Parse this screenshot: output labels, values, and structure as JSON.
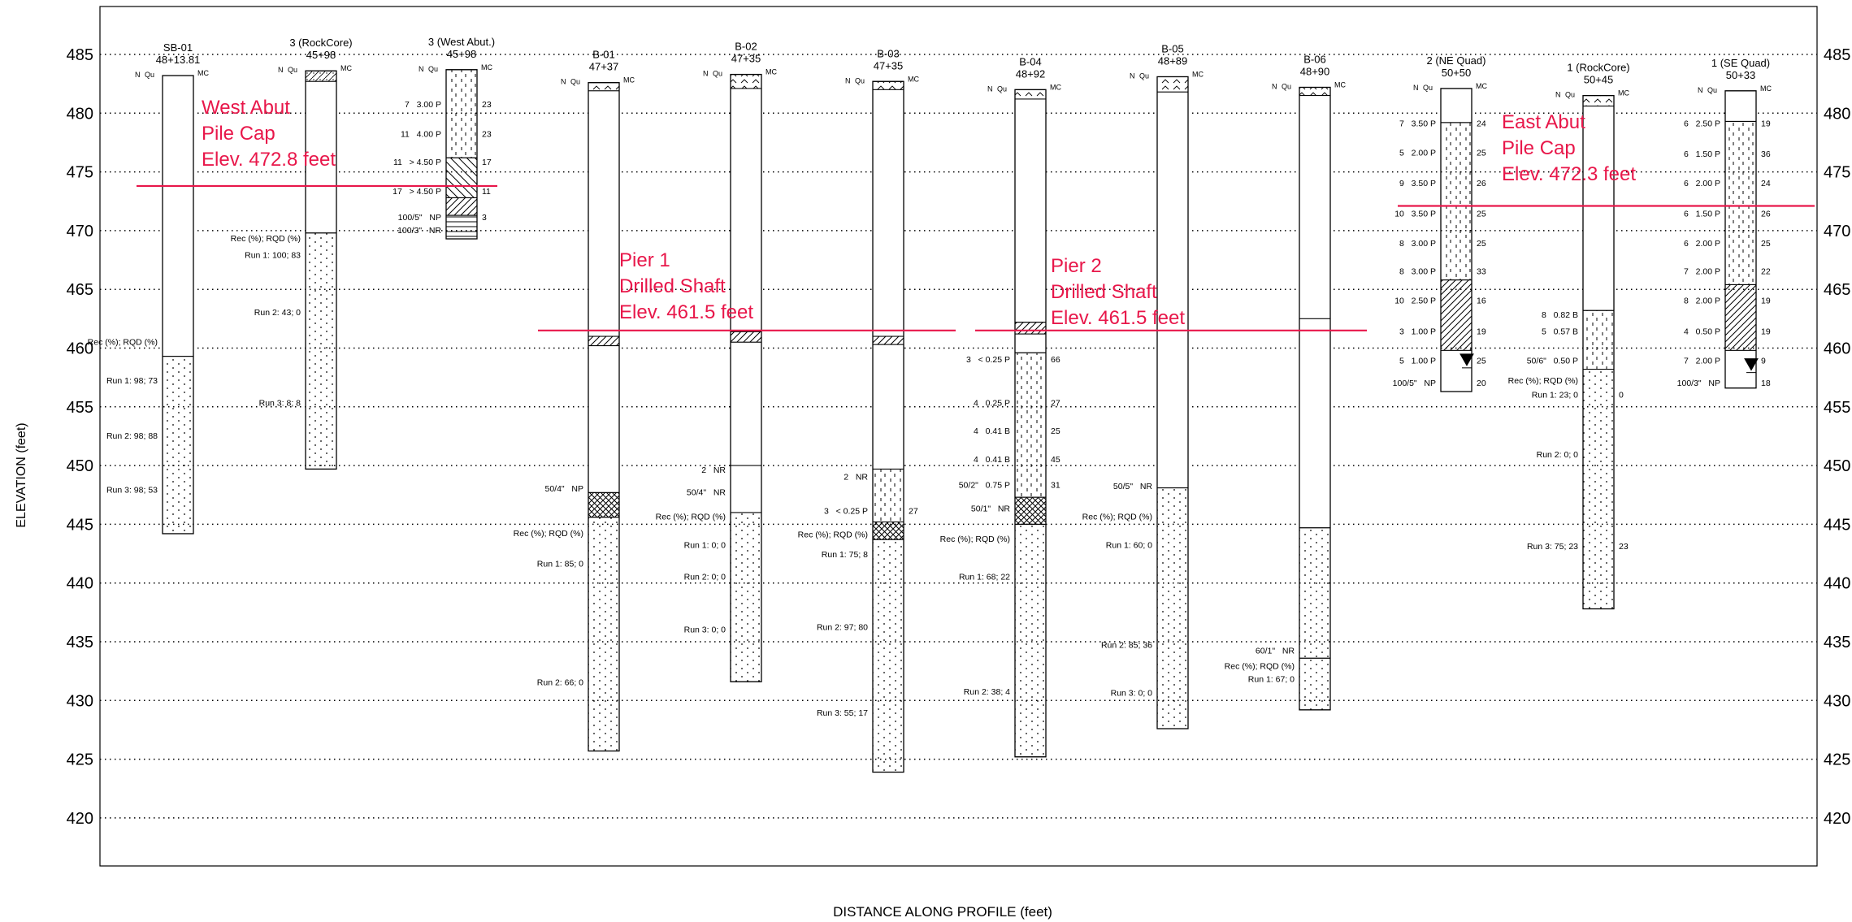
{
  "colors": {
    "annotation": "#e8174a",
    "ink": "#000000",
    "background": "#ffffff"
  },
  "axes": {
    "ylabel": "ELEVATION (feet)",
    "xlabel": "DISTANCE ALONG PROFILE (feet)",
    "ylim": [
      415,
      490
    ],
    "yticks": [
      485,
      480,
      475,
      470,
      465,
      460,
      455,
      450,
      445,
      440,
      435,
      430,
      425,
      420
    ],
    "grid": "dotted horizontal lines"
  },
  "column_header": {
    "n": "N",
    "qu": "Qu",
    "mc": "MC"
  },
  "borings": [
    {
      "id": "sb01",
      "name": "SB-01",
      "station": "48+13.81",
      "top": 483.2,
      "bottom": 444.2,
      "layers": [
        {
          "top": 483.2,
          "bottom": 459.3,
          "pattern": "blank"
        },
        {
          "top": 459.3,
          "bottom": 444.2,
          "pattern": "rock"
        }
      ],
      "left_notes": [
        {
          "elev": 460.5,
          "text": "Rec (%); RQD (%)"
        },
        {
          "elev": 457.2,
          "text": "Run 1: 98; 73"
        },
        {
          "elev": 452.5,
          "text": "Run 2: 98; 88"
        },
        {
          "elev": 447.9,
          "text": "Run 3: 98; 53"
        }
      ],
      "right_notes": []
    },
    {
      "id": "rock3",
      "name": "3 (RockCore)",
      "station": "45+98",
      "top": 483.6,
      "bottom": 449.7,
      "layers": [
        {
          "top": 483.6,
          "bottom": 482.7,
          "pattern": "sandy"
        },
        {
          "top": 482.7,
          "bottom": 469.8,
          "pattern": "blank"
        },
        {
          "top": 469.8,
          "bottom": 449.7,
          "pattern": "rock"
        }
      ],
      "left_notes": [
        {
          "elev": 469.3,
          "text": "Rec (%); RQD (%)"
        },
        {
          "elev": 467.9,
          "text": "Run 1: 100; 83"
        },
        {
          "elev": 463.0,
          "text": "Run 2: 43; 0"
        },
        {
          "elev": 455.3,
          "text": "Run 3: 8; 8"
        }
      ],
      "right_notes": []
    },
    {
      "id": "west3",
      "name": "3 (West Abut.)",
      "station": "45+98",
      "top": 483.7,
      "bottom": 469.3,
      "layers": [
        {
          "top": 483.7,
          "bottom": 476.2,
          "pattern": "dashed"
        },
        {
          "top": 476.2,
          "bottom": 472.8,
          "pattern": "hatch-back"
        },
        {
          "top": 472.8,
          "bottom": 471.3,
          "pattern": "hatch"
        },
        {
          "top": 471.3,
          "bottom": 469.3,
          "pattern": "lines"
        }
      ],
      "left_notes": [
        {
          "elev": 480.7,
          "text": "7   3.00 P"
        },
        {
          "elev": 478.2,
          "text": "11   4.00 P"
        },
        {
          "elev": 475.8,
          "text": "11   > 4.50 P"
        },
        {
          "elev": 473.3,
          "text": "17   > 4.50 P"
        },
        {
          "elev": 471.1,
          "text": "100/5\"   NP"
        },
        {
          "elev": 470.0,
          "text": "100/3\"   NR"
        }
      ],
      "right_notes": [
        {
          "elev": 480.7,
          "text": "23"
        },
        {
          "elev": 478.2,
          "text": "23"
        },
        {
          "elev": 475.8,
          "text": "17"
        },
        {
          "elev": 473.3,
          "text": "11"
        },
        {
          "elev": 471.1,
          "text": "3"
        }
      ]
    },
    {
      "id": "b01",
      "name": "B-01",
      "station": "47+37",
      "top": 482.6,
      "bottom": 425.7,
      "layers": [
        {
          "top": 482.6,
          "bottom": 481.9,
          "pattern": "gravelly"
        },
        {
          "top": 481.9,
          "bottom": 461.0,
          "pattern": "blank"
        },
        {
          "top": 461.0,
          "bottom": 460.2,
          "pattern": "hatch"
        },
        {
          "top": 460.2,
          "bottom": 447.7,
          "pattern": "blank"
        },
        {
          "top": 447.7,
          "bottom": 445.6,
          "pattern": "crosshatch"
        },
        {
          "top": 445.6,
          "bottom": 425.7,
          "pattern": "rock"
        }
      ],
      "left_notes": [
        {
          "elev": 448.0,
          "text": "50/4\"   NP"
        },
        {
          "elev": 444.2,
          "text": "Rec (%); RQD (%)"
        },
        {
          "elev": 441.6,
          "text": "Run 1: 85; 0"
        },
        {
          "elev": 431.5,
          "text": "Run 2: 66; 0"
        }
      ],
      "right_notes": []
    },
    {
      "id": "b02",
      "name": "B-02",
      "station": "47+35",
      "top": 483.3,
      "bottom": 431.6,
      "layers": [
        {
          "top": 483.3,
          "bottom": 482.1,
          "pattern": "gravelly"
        },
        {
          "top": 482.1,
          "bottom": 461.4,
          "pattern": "blank"
        },
        {
          "top": 461.4,
          "bottom": 460.5,
          "pattern": "hatch"
        },
        {
          "top": 460.5,
          "bottom": 450.0,
          "pattern": "blank"
        },
        {
          "top": 450.0,
          "bottom": 446.0,
          "pattern": "blank"
        },
        {
          "top": 446.0,
          "bottom": 431.6,
          "pattern": "rock"
        }
      ],
      "left_notes": [
        {
          "elev": 449.6,
          "text": "2   NR"
        },
        {
          "elev": 447.7,
          "text": "50/4\"   NR"
        },
        {
          "elev": 445.6,
          "text": "Rec (%); RQD (%)"
        },
        {
          "elev": 443.2,
          "text": "Run 1: 0; 0"
        },
        {
          "elev": 440.5,
          "text": "Run 2: 0; 0"
        },
        {
          "elev": 436.0,
          "text": "Run 3: 0; 0"
        }
      ],
      "right_notes": []
    },
    {
      "id": "b03",
      "name": "B-03",
      "station": "47+35",
      "top": 482.7,
      "bottom": 423.9,
      "layers": [
        {
          "top": 482.7,
          "bottom": 482.0,
          "pattern": "gravelly"
        },
        {
          "top": 482.0,
          "bottom": 461.0,
          "pattern": "blank"
        },
        {
          "top": 461.0,
          "bottom": 460.3,
          "pattern": "hatch"
        },
        {
          "top": 460.3,
          "bottom": 449.7,
          "pattern": "blank"
        },
        {
          "top": 449.7,
          "bottom": 445.2,
          "pattern": "dashed"
        },
        {
          "top": 445.2,
          "bottom": 443.7,
          "pattern": "crosshatch"
        },
        {
          "top": 443.7,
          "bottom": 423.9,
          "pattern": "rock"
        }
      ],
      "left_notes": [
        {
          "elev": 449.0,
          "text": "2   NR"
        },
        {
          "elev": 446.1,
          "text": "3   < 0.25 P"
        },
        {
          "elev": 444.1,
          "text": "Rec (%); RQD (%)"
        },
        {
          "elev": 442.4,
          "text": "Run 1: 75; 8"
        },
        {
          "elev": 436.2,
          "text": "Run 2: 97; 80"
        },
        {
          "elev": 428.9,
          "text": "Run 3: 55; 17"
        }
      ],
      "right_notes": [
        {
          "elev": 446.1,
          "text": "27"
        }
      ]
    },
    {
      "id": "b04",
      "name": "B-04",
      "station": "48+92",
      "top": 482.0,
      "bottom": 425.2,
      "layers": [
        {
          "top": 482.0,
          "bottom": 481.2,
          "pattern": "gravelly"
        },
        {
          "top": 481.2,
          "bottom": 462.2,
          "pattern": "blank"
        },
        {
          "top": 462.2,
          "bottom": 461.2,
          "pattern": "hatch"
        },
        {
          "top": 461.2,
          "bottom": 459.6,
          "pattern": "blank"
        },
        {
          "top": 459.6,
          "bottom": 447.3,
          "pattern": "dashed"
        },
        {
          "top": 447.3,
          "bottom": 445.0,
          "pattern": "crosshatch"
        },
        {
          "top": 445.0,
          "bottom": 425.2,
          "pattern": "rock"
        }
      ],
      "left_notes": [
        {
          "elev": 459.0,
          "text": "3   < 0.25 P"
        },
        {
          "elev": 455.3,
          "text": "4   0.25 P"
        },
        {
          "elev": 452.9,
          "text": "4   0.41 B"
        },
        {
          "elev": 450.5,
          "text": "4   0.41 B"
        },
        {
          "elev": 448.3,
          "text": "50/2\"   0.75 P"
        },
        {
          "elev": 446.3,
          "text": "50/1\"   NR"
        },
        {
          "elev": 443.7,
          "text": "Rec (%); RQD (%)"
        },
        {
          "elev": 440.5,
          "text": "Run 1: 68; 22"
        },
        {
          "elev": 430.7,
          "text": "Run 2: 38; 4"
        }
      ],
      "right_notes": [
        {
          "elev": 459.0,
          "text": "66"
        },
        {
          "elev": 455.3,
          "text": "27"
        },
        {
          "elev": 452.9,
          "text": "25"
        },
        {
          "elev": 450.5,
          "text": "45"
        },
        {
          "elev": 448.3,
          "text": "31"
        }
      ]
    },
    {
      "id": "b05",
      "name": "B-05",
      "station": "48+89",
      "top": 483.1,
      "bottom": 427.6,
      "layers": [
        {
          "top": 483.1,
          "bottom": 481.8,
          "pattern": "gravelly"
        },
        {
          "top": 481.8,
          "bottom": 448.1,
          "pattern": "blank"
        },
        {
          "top": 448.1,
          "bottom": 427.6,
          "pattern": "rock"
        }
      ],
      "left_notes": [
        {
          "elev": 448.2,
          "text": "50/5\"   NR"
        },
        {
          "elev": 445.6,
          "text": "Rec (%); RQD (%)"
        },
        {
          "elev": 443.2,
          "text": "Run 1: 60; 0"
        },
        {
          "elev": 434.7,
          "text": "Run 2: 85; 36"
        },
        {
          "elev": 430.6,
          "text": "Run 3: 0; 0"
        }
      ],
      "right_notes": []
    },
    {
      "id": "b06",
      "name": "B-06",
      "station": "48+90",
      "top": 482.2,
      "bottom": 429.2,
      "layers": [
        {
          "top": 482.2,
          "bottom": 481.5,
          "pattern": "gravelly"
        },
        {
          "top": 481.5,
          "bottom": 462.5,
          "pattern": "blank"
        },
        {
          "top": 462.5,
          "bottom": 444.7,
          "pattern": "blank"
        },
        {
          "top": 444.7,
          "bottom": 433.6,
          "pattern": "rock"
        },
        {
          "top": 433.6,
          "bottom": 429.2,
          "pattern": "rock"
        }
      ],
      "left_notes": [
        {
          "elev": 434.2,
          "text": "60/1\"   NR"
        },
        {
          "elev": 432.9,
          "text": "Rec (%); RQD (%)"
        },
        {
          "elev": 431.8,
          "text": "Run 1: 67; 0"
        }
      ],
      "right_notes": []
    },
    {
      "id": "ne2",
      "name": "2 (NE Quad)",
      "station": "50+50",
      "top": 482.1,
      "bottom": 456.3,
      "layers": [
        {
          "top": 482.1,
          "bottom": 479.2,
          "pattern": "blank"
        },
        {
          "top": 479.2,
          "bottom": 465.8,
          "pattern": "dashed"
        },
        {
          "top": 465.8,
          "bottom": 459.8,
          "pattern": "hatch"
        },
        {
          "top": 459.8,
          "bottom": 456.3,
          "pattern": "blank"
        }
      ],
      "left_notes": [
        {
          "elev": 479.1,
          "text": "7   3.50 P"
        },
        {
          "elev": 476.6,
          "text": "5   2.00 P"
        },
        {
          "elev": 474.0,
          "text": "9   3.50 P"
        },
        {
          "elev": 471.4,
          "text": "10   3.50 P"
        },
        {
          "elev": 468.9,
          "text": "8   3.00 P"
        },
        {
          "elev": 466.5,
          "text": "8   3.00 P"
        },
        {
          "elev": 464.0,
          "text": "10   2.50 P"
        },
        {
          "elev": 461.4,
          "text": "3   1.00 P"
        },
        {
          "elev": 458.9,
          "text": "5   1.00 P"
        },
        {
          "elev": 457.0,
          "text": "100/5\"   NP"
        }
      ],
      "right_notes": [
        {
          "elev": 479.1,
          "text": "24"
        },
        {
          "elev": 476.6,
          "text": "25"
        },
        {
          "elev": 474.0,
          "text": "26"
        },
        {
          "elev": 471.4,
          "text": "25"
        },
        {
          "elev": 468.9,
          "text": "25"
        },
        {
          "elev": 466.5,
          "text": "33"
        },
        {
          "elev": 464.0,
          "text": "16"
        },
        {
          "elev": 461.4,
          "text": "19"
        },
        {
          "elev": 458.9,
          "text": "25"
        },
        {
          "elev": 457.0,
          "text": "20"
        }
      ],
      "water_elev": 458.8
    },
    {
      "id": "rock1",
      "name": "1 (RockCore)",
      "station": "50+45",
      "top": 481.5,
      "bottom": 437.8,
      "layers": [
        {
          "top": 481.5,
          "bottom": 480.6,
          "pattern": "gravelly"
        },
        {
          "top": 480.6,
          "bottom": 463.2,
          "pattern": "blank"
        },
        {
          "top": 463.2,
          "bottom": 458.2,
          "pattern": "dashed"
        },
        {
          "top": 458.2,
          "bottom": 437.8,
          "pattern": "rock"
        }
      ],
      "left_notes": [
        {
          "elev": 462.8,
          "text": "8   0.82 B"
        },
        {
          "elev": 461.4,
          "text": "5   0.57 B"
        },
        {
          "elev": 458.9,
          "text": "50/6\"   0.50 P"
        },
        {
          "elev": 457.2,
          "text": "Rec (%); RQD (%)"
        },
        {
          "elev": 456.0,
          "text": "Run 1: 23; 0"
        },
        {
          "elev": 450.9,
          "text": "Run 2: 0; 0"
        },
        {
          "elev": 443.1,
          "text": "Run 3: 75; 23"
        }
      ],
      "right_notes": [
        {
          "elev": 456.0,
          "text": "0"
        },
        {
          "elev": 443.1,
          "text": "23"
        }
      ]
    },
    {
      "id": "se1",
      "name": "1 (SE Quad)",
      "station": "50+33",
      "top": 481.9,
      "bottom": 456.6,
      "layers": [
        {
          "top": 481.9,
          "bottom": 479.3,
          "pattern": "blank"
        },
        {
          "top": 479.3,
          "bottom": 465.4,
          "pattern": "dashed"
        },
        {
          "top": 465.4,
          "bottom": 459.8,
          "pattern": "hatch"
        },
        {
          "top": 459.8,
          "bottom": 456.6,
          "pattern": "blank"
        }
      ],
      "left_notes": [
        {
          "elev": 479.1,
          "text": "6   2.50 P"
        },
        {
          "elev": 476.5,
          "text": "6   1.50 P"
        },
        {
          "elev": 474.0,
          "text": "6   2.00 P"
        },
        {
          "elev": 471.4,
          "text": "6   1.50 P"
        },
        {
          "elev": 468.9,
          "text": "6   2.00 P"
        },
        {
          "elev": 466.5,
          "text": "7   2.00 P"
        },
        {
          "elev": 464.0,
          "text": "8   2.00 P"
        },
        {
          "elev": 461.4,
          "text": "4   0.50 P"
        },
        {
          "elev": 458.9,
          "text": "7   2.00 P"
        },
        {
          "elev": 457.0,
          "text": "100/3\"   NP"
        }
      ],
      "right_notes": [
        {
          "elev": 479.1,
          "text": "19"
        },
        {
          "elev": 476.5,
          "text": "36"
        },
        {
          "elev": 474.0,
          "text": "24"
        },
        {
          "elev": 471.4,
          "text": "26"
        },
        {
          "elev": 468.9,
          "text": "25"
        },
        {
          "elev": 466.5,
          "text": "22"
        },
        {
          "elev": 464.0,
          "text": "19"
        },
        {
          "elev": 461.4,
          "text": "19"
        },
        {
          "elev": 458.9,
          "text": "9"
        },
        {
          "elev": 457.0,
          "text": "18"
        }
      ],
      "water_elev": 458.4
    }
  ],
  "annotations": [
    {
      "id": "west-abut",
      "lines": [
        "West Abut",
        "Pile Cap",
        "Elev. 472.8 feet"
      ],
      "elev": 473.8
    },
    {
      "id": "pier1",
      "lines": [
        "Pier 1",
        "Drilled Shaft",
        "Elev. 461.5 feet"
      ],
      "elev": 461.5
    },
    {
      "id": "pier2",
      "lines": [
        "Pier 2",
        "Drilled Shaft",
        "Elev. 461.5 feet"
      ],
      "elev": 461.5
    },
    {
      "id": "east-abut",
      "lines": [
        "East Abut",
        "Pile Cap",
        "Elev. 472.3 feet"
      ],
      "elev": 472.1
    }
  ]
}
